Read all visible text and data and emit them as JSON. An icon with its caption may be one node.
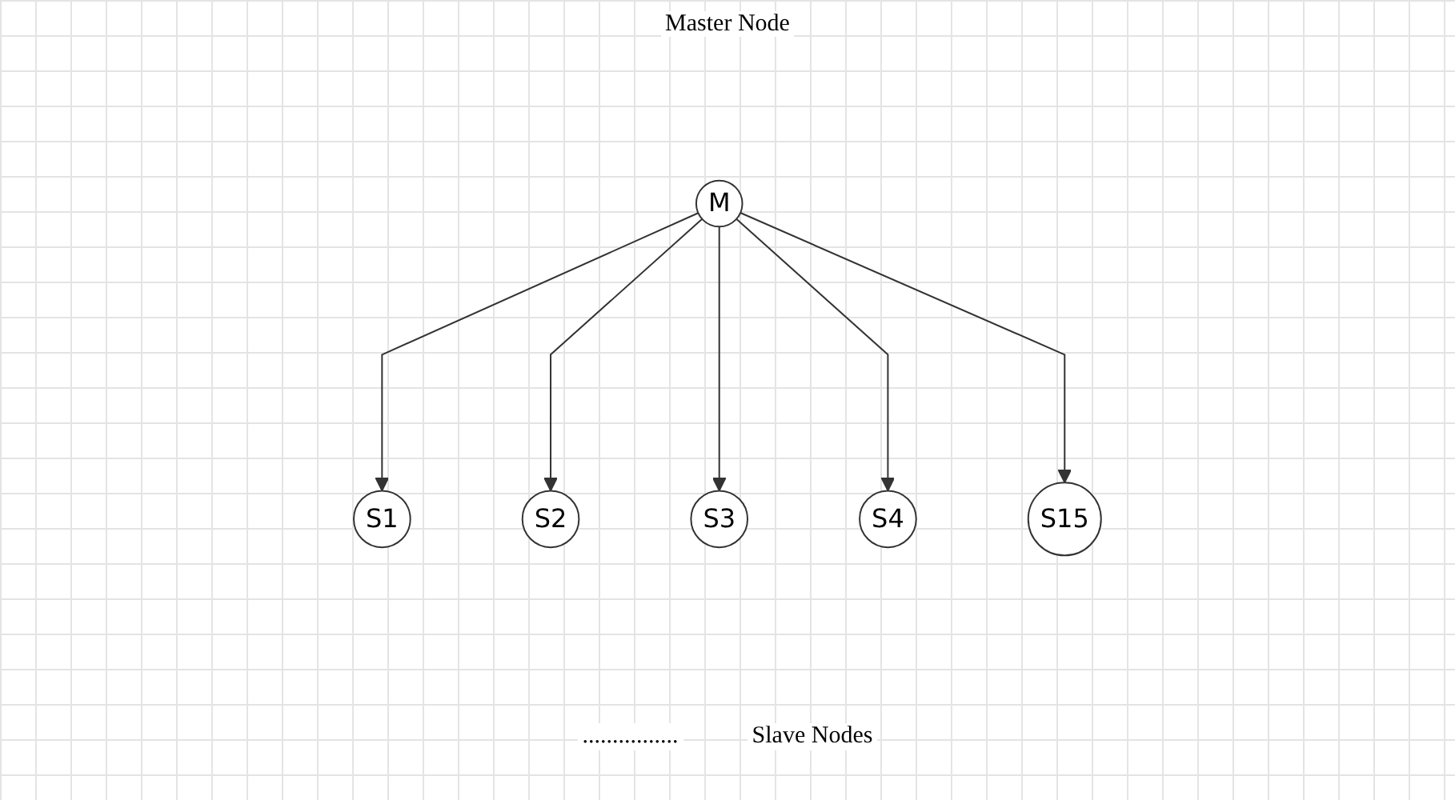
{
  "diagram": {
    "nodes": [
      {
        "text": [
          "M"
        ]
      },
      {
        "text": [
          "S1"
        ]
      },
      {
        "text": [
          "S2"
        ]
      },
      {
        "text": [
          "S3"
        ]
      },
      {
        "text": [
          "S4"
        ]
      },
      {
        "text": [
          "S15"
        ]
      }
    ],
    "edges": [
      {
        "from": 0,
        "to": 1,
        "arrow": "to"
      },
      {
        "from": 0,
        "to": 2,
        "arrow": "to"
      },
      {
        "from": 0,
        "to": 3,
        "arrow": "to"
      },
      {
        "from": 0,
        "to": 4,
        "arrow": "to"
      },
      {
        "from": 0,
        "to": 5,
        "arrow": "to"
      }
    ],
    "labels": [
      "Master Node",
      "................",
      "Slave Nodes"
    ]
  }
}
